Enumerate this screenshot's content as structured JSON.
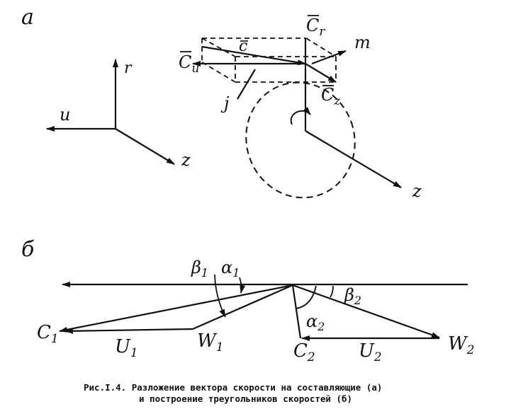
{
  "panel_a": {
    "label": "а",
    "axes": {
      "r": "r",
      "u": "u",
      "z": "z"
    },
    "vector": {
      "c_r": "C",
      "c_r_sub": "r",
      "c_u": "C",
      "c_u_sub": "u",
      "c": "c",
      "c_z": "C",
      "c_z_sub": "z",
      "m": "m",
      "j": "j",
      "z2": "z"
    }
  },
  "panel_b": {
    "label": "б",
    "points": {
      "c1": "C",
      "c1_sub": "1",
      "w1": "W",
      "w1_sub": "1",
      "c2": "C",
      "c2_sub": "2",
      "w2": "W",
      "w2_sub": "2",
      "u1": "U",
      "u1_sub": "1",
      "u2": "U",
      "u2_sub": "2"
    },
    "angles": {
      "beta1": "β",
      "beta1_sub": "1",
      "alpha1": "α",
      "alpha1_sub": "1",
      "alpha2": "α",
      "alpha2_sub": "2",
      "beta2": "β",
      "beta2_sub": "2"
    }
  },
  "caption": {
    "line1": "Рис.I.4. Разложение вектора скорости на составляющие (а)",
    "line2": "и построение треугольников скоростей (б)"
  }
}
